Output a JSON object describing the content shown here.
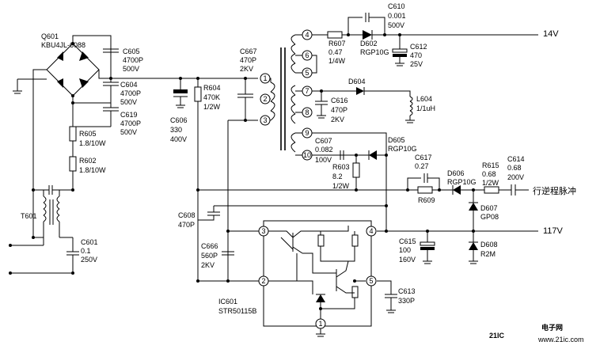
{
  "bridge": {
    "ref": "Q601",
    "part": "KBU4JL-6088"
  },
  "caps_left": [
    {
      "ref": "C605",
      "val": "4700P",
      "volt": "500V"
    },
    {
      "ref": "C604",
      "val": "4700P",
      "volt": "500V"
    },
    {
      "ref": "C619",
      "val": "4700P",
      "volt": "500V"
    }
  ],
  "resistors_left": [
    {
      "ref": "R605",
      "val": "1.8/10W"
    },
    {
      "ref": "R602",
      "val": "1.8/10W"
    }
  ],
  "t601": "T601",
  "c601": {
    "ref": "C601",
    "val": "0.1",
    "volt": "250V"
  },
  "c606": {
    "ref": "C606",
    "val": "330",
    "volt": "400V"
  },
  "r604": {
    "ref": "R604",
    "val": "470K",
    "power": "1/2W"
  },
  "c667": {
    "ref": "C667",
    "val": "470P",
    "volt": "2KV"
  },
  "c608": {
    "ref": "C608",
    "val": "470P"
  },
  "c666": {
    "ref": "C666",
    "val": "560P",
    "volt": "2KV"
  },
  "ic": {
    "ref": "IC601",
    "part": "STR50115B"
  },
  "transformer_pins": [
    "1",
    "2",
    "3",
    "4",
    "5",
    "6",
    "7",
    "8",
    "9",
    "10"
  ],
  "ic_pins": [
    "1",
    "2",
    "3",
    "4",
    "5"
  ],
  "r607": {
    "ref": "R607",
    "val": "0.47",
    "power": "1/4W"
  },
  "c610": {
    "ref": "C610",
    "val": "0.001",
    "volt": "500V"
  },
  "d602": {
    "ref": "D602",
    "part": "RGP10G"
  },
  "c612": {
    "ref": "C612",
    "val": "470",
    "volt": "25V"
  },
  "out_14v": "14V",
  "d604": "D604",
  "l604": {
    "ref": "L604",
    "val": "1/1uH"
  },
  "c616": {
    "ref": "C616",
    "val": "470P",
    "volt": "2KV"
  },
  "c607": {
    "ref": "C607",
    "val": "0.082",
    "volt": "100V"
  },
  "r603": {
    "ref": "R603",
    "val": "8.2",
    "power": "1/2W"
  },
  "d605": {
    "ref": "D605",
    "part": "RGP10G"
  },
  "c617": {
    "ref": "C617",
    "val": "0.27"
  },
  "r609": "R609",
  "d606": {
    "ref": "D606",
    "part": "RGP10G"
  },
  "r615": {
    "ref": "R615",
    "val": "0.68",
    "power": "1/2W"
  },
  "c614": {
    "ref": "C614",
    "val": "0.68",
    "volt": "200V"
  },
  "flyback_label": "行逆程脉冲",
  "d607": {
    "ref": "D607",
    "part": "GP08"
  },
  "d608": {
    "ref": "D608",
    "part": "R2M"
  },
  "out_117v": "117V",
  "c615": {
    "ref": "C615",
    "val": "100",
    "volt": "160V"
  },
  "c613": {
    "ref": "C613",
    "val": "330P"
  },
  "watermark": {
    "brand": "21IC",
    "cn": "电子网",
    "url": "www.21ic.com"
  }
}
